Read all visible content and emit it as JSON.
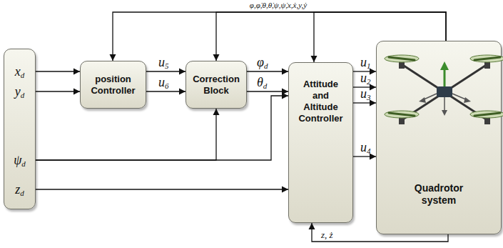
{
  "diagram": {
    "nodes": [
      {
        "text": [
          "xd",
          "yd",
          "ψd",
          "zd"
        ]
      },
      {
        "text": [
          "position Controller"
        ]
      },
      {
        "text": [
          "Correction Block"
        ]
      },
      {
        "text": [
          "Attitude and Altitude Controller"
        ]
      },
      {
        "text": [
          "Quadrotor system"
        ]
      }
    ],
    "edges": [
      {
        "from": 0,
        "to": 1,
        "arrow": "to"
      },
      {
        "from": 0,
        "to": 1,
        "arrow": "to"
      },
      {
        "from": 1,
        "to": 2,
        "label": "u5",
        "arrow": "to"
      },
      {
        "from": 1,
        "to": 2,
        "label": "u6",
        "arrow": "to"
      },
      {
        "from": 2,
        "to": 3,
        "label": "φd",
        "arrow": "to"
      },
      {
        "from": 2,
        "to": 3,
        "label": "θd",
        "arrow": "to"
      },
      {
        "from": 0,
        "to": 2,
        "arrow": "to"
      },
      {
        "from": 0,
        "to": 3,
        "arrow": "to"
      },
      {
        "from": 0,
        "to": 3,
        "arrow": "to"
      },
      {
        "from": 3,
        "to": 4,
        "label": "u1",
        "arrow": "to"
      },
      {
        "from": 3,
        "to": 4,
        "label": "u2",
        "arrow": "to"
      },
      {
        "from": 3,
        "to": 4,
        "label": "u3",
        "arrow": "to"
      },
      {
        "from": 3,
        "to": 4,
        "label": "u4",
        "arrow": "to"
      },
      {
        "from": 4,
        "to": 1,
        "arrow": "to"
      },
      {
        "from": 4,
        "to": 2,
        "arrow": "to"
      },
      {
        "from": 4,
        "to": 3,
        "arrow": "to"
      },
      {
        "from": 4,
        "to": 3,
        "label": "z, ż",
        "arrow": "to"
      }
    ],
    "labels": [
      "φ,φ̇,θ,θ̇,ψ,ψ̇,x,ẋ,y,ẏ"
    ]
  }
}
